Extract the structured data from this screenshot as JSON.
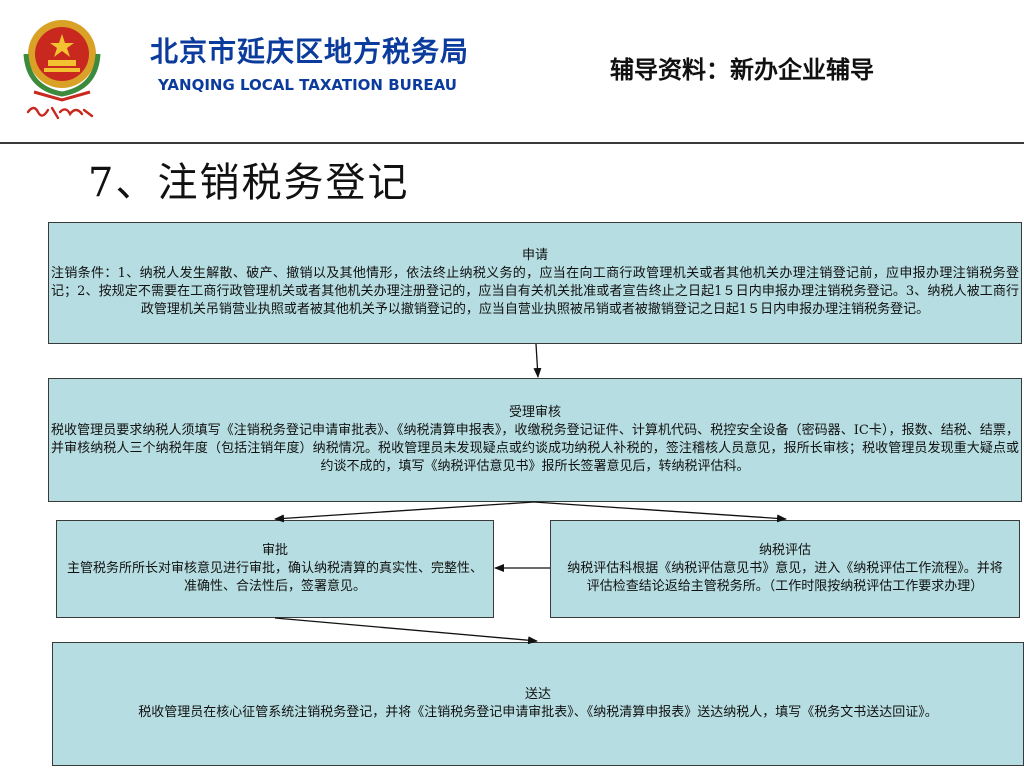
{
  "header": {
    "org_name_cn": "北京市延庆区地方税务局",
    "org_name_en": "YANQING LOCAL TAXATION BUREAU",
    "logo_icon": "tax-emblem-icon",
    "doc_title": "辅导资料：新办企业辅导"
  },
  "page_title": "7、注销税务登记",
  "flow": {
    "apply": {
      "title": "申请",
      "body": "注销条件：1、纳税人发生解散、破产、撤销以及其他情形，依法终止纳税义务的，应当在向工商行政管理机关或者其他机关办理注销登记前，应申报办理注销税务登记；2、按规定不需要在工商行政管理机关或者其他机关办理注册登记的，应当自有关机关批准或者宣告终止之日起1５日内申报办理注销税务登记。3、纳税人被工商行政管理机关吊销营业执照或者被其他机关予以撤销登记的，应当自营业执照被吊销或者被撤销登记之日起1５日内申报办理注销税务登记。"
    },
    "accept": {
      "title": "受理审核",
      "body": "税收管理员要求纳税人须填写《注销税务登记申请审批表》、《纳税清算申报表》，收缴税务登记证件、计算机代码、税控安全设备（密码器、IC卡），报数、结税、结票，并审核纳税人三个纳税年度（包括注销年度）纳税情况。税收管理员未发现疑点或约谈成功纳税人补税的，签注稽核人员意见，报所长审核；税收管理员发现重大疑点或约谈不成的，填写《纳税评估意见书》报所长签署意见后，转纳税评估科。"
    },
    "approve": {
      "title": "审批",
      "body": "主管税务所所长对审核意见进行审批，确认纳税清算的真实性、完整性、准确性、合法性后，签署意见。"
    },
    "assess": {
      "title": "纳税评估",
      "body": "纳税评估科根据《纳税评估意见书》意见，进入《纳税评估工作流程》。并将评估检查结论返给主管税务所。（工作时限按纳税评估工作要求办理）"
    },
    "deliver": {
      "title": "送达",
      "body": "税收管理员在核心征管系统注销税务登记，并将《注销税务登记申请审批表》、《纳税清算申报表》送达纳税人，填写《税务文书送达回证》。"
    }
  }
}
